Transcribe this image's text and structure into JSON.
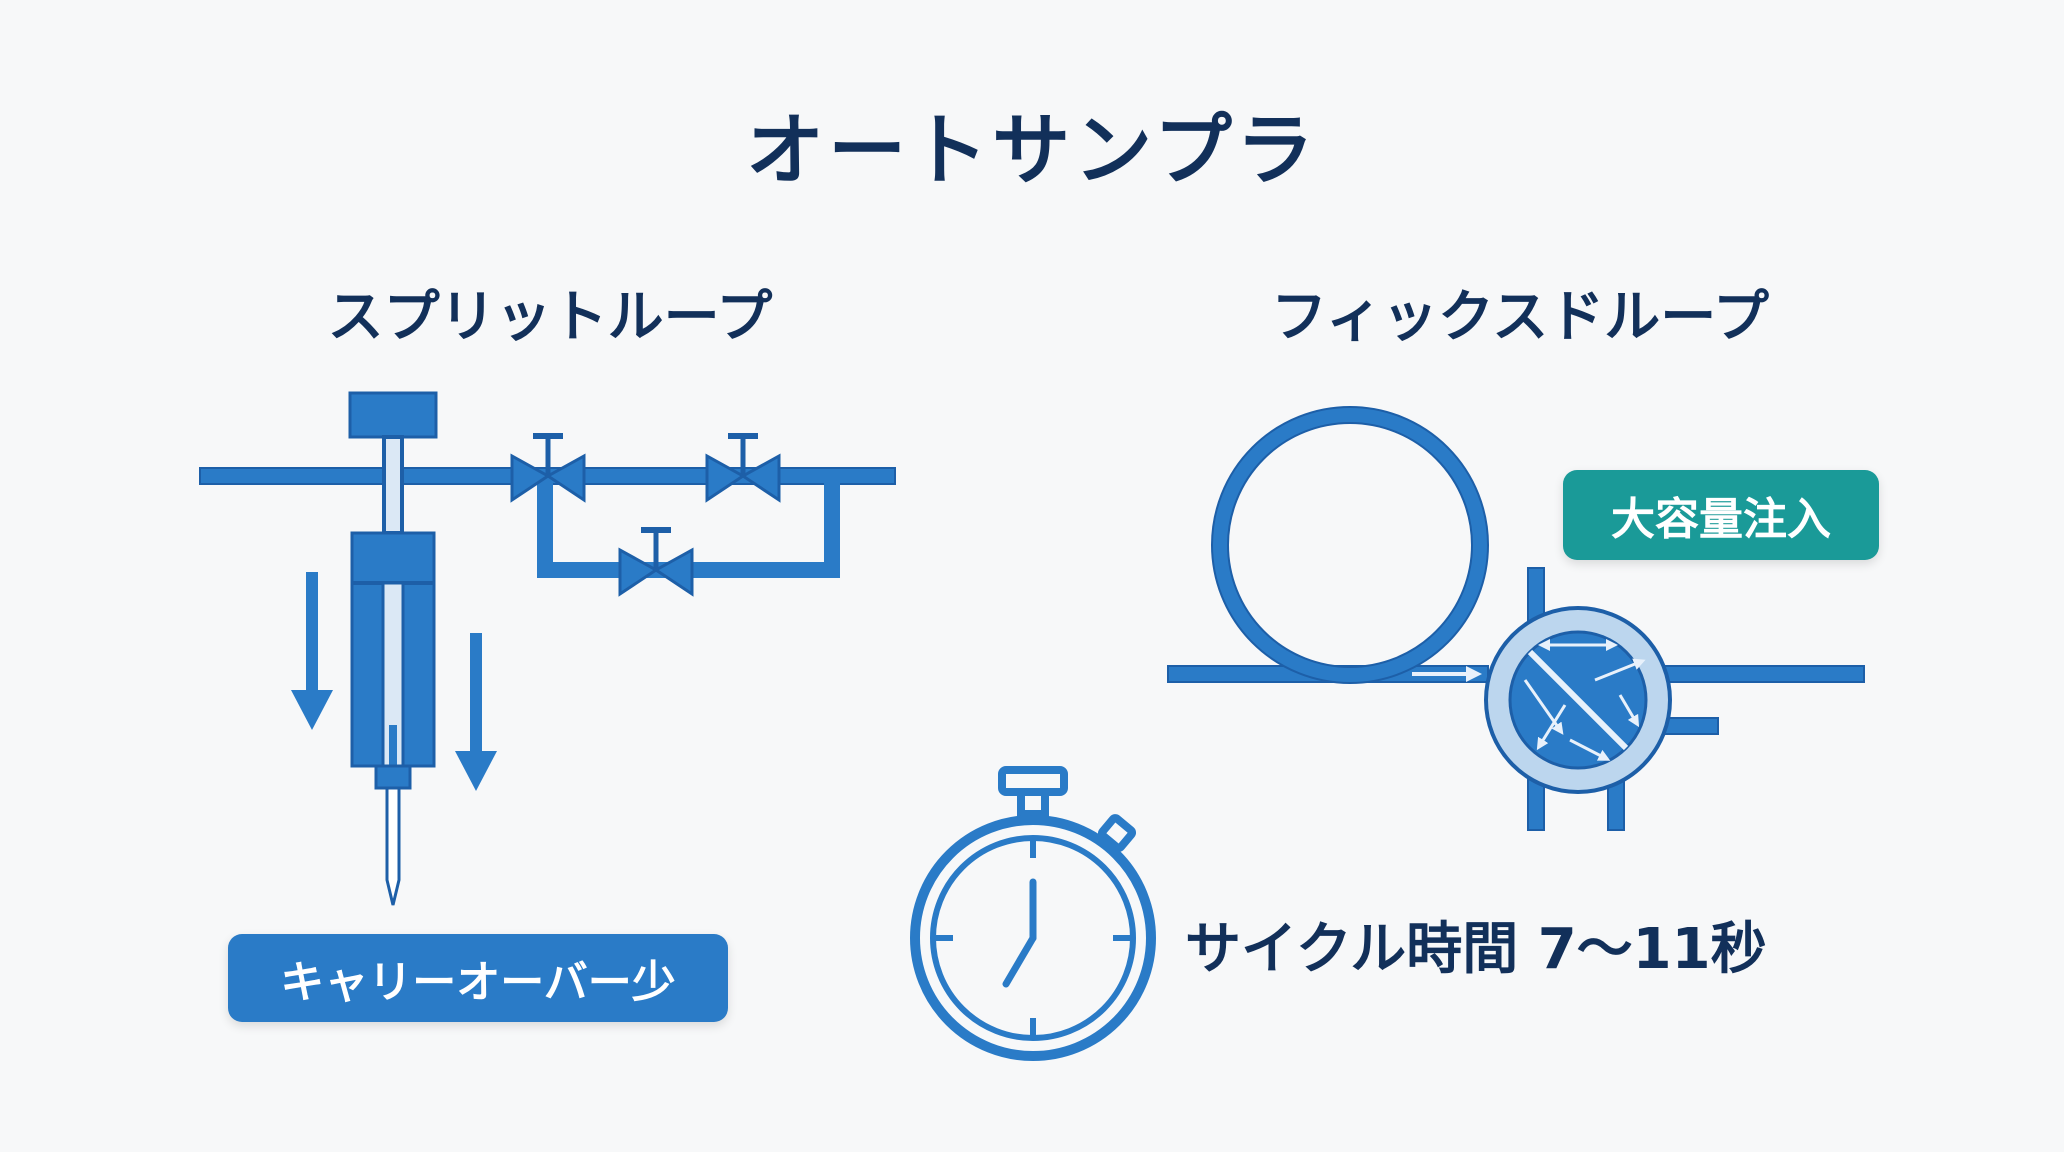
{
  "title": "オートサンプラ",
  "split_loop": {
    "heading": "スプリットループ",
    "badge": "キャリーオーバー少"
  },
  "fixed_loop": {
    "heading": "フィックスドループ",
    "badge": "大容量注入"
  },
  "cycle_time": "サイクル時間 7〜11秒",
  "colors": {
    "heading": "#12305a",
    "pipe": "#2a7bc7",
    "pipe_dark": "#1d5fa8",
    "split_badge": "#2a7bc7",
    "fixed_badge": "#1a9a98"
  },
  "icons": [
    "syringe-icon",
    "valve-icon",
    "sample-loop-icon",
    "rotary-valve-icon",
    "stopwatch-icon",
    "arrow-down-icon"
  ]
}
